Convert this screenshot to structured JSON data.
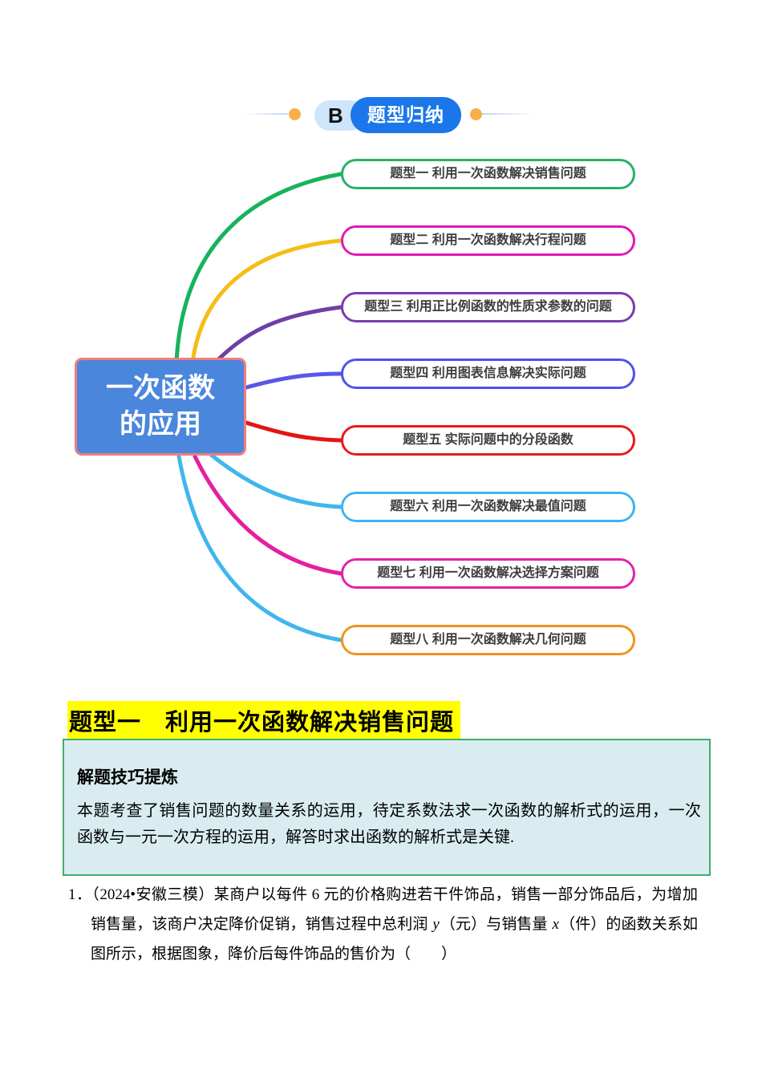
{
  "header": {
    "badge_letter": "B",
    "badge_title": "题型归纳",
    "accent_blue": "#1b76e9",
    "dot_color": "#f6b04a"
  },
  "mindmap": {
    "center": {
      "line1": "一次函数",
      "line2": "的应用",
      "bg": "#4a86dc",
      "border": "#ef7e7e"
    },
    "nodes": [
      {
        "label": "题型一  利用一次函数解决销售问题",
        "color": "#27b167"
      },
      {
        "label": "题型二  利用一次函数解决行程问题",
        "color": "#e119b4"
      },
      {
        "label": "题型三  利用正比例函数的性质求参数的问题",
        "color": "#7a3dad"
      },
      {
        "label": "题型四  利用图表信息解决实际问题",
        "color": "#4d53e8"
      },
      {
        "label": "题型五  实际问题中的分段函数",
        "color": "#e31d1d"
      },
      {
        "label": "题型六 利用一次函数解决最值问题",
        "color": "#3db5ee"
      },
      {
        "label": "题型七  利用一次函数解决选择方案问题",
        "color": "#e222a6"
      },
      {
        "label": "题型八 利用一次函数解决几何问题",
        "color": "#f0941c"
      }
    ],
    "curve_colors": [
      "#17b35c",
      "#f7bd17",
      "#6e3fa8",
      "#5757e8",
      "#e31414",
      "#41b6ec",
      "#e41f9f",
      "#41b6ec"
    ]
  },
  "section": {
    "title": "题型一　利用一次函数解决销售问题",
    "highlight": "#ffff00"
  },
  "tips": {
    "heading": "解题技巧提炼",
    "body": "本题考查了销售问题的数量关系的运用，待定系数法求一次函数的解析式的运用，一次函数与一元一次方程的运用，解答时求出函数的解析式是关键."
  },
  "question": {
    "number": "1．",
    "seg1": "（2024•安徽三模）某商户以每件 6 元的价格购进若干件饰品，销售一部分饰品后，为增加销售量，该商户决定降价促销，销售过程中总利润 ",
    "var1": "y",
    "seg2": "（元）与销售量 ",
    "var2": "x",
    "seg3": "（件）的函数关系如图所示，根据图象，降价后每件饰品的售价为（　　）"
  }
}
